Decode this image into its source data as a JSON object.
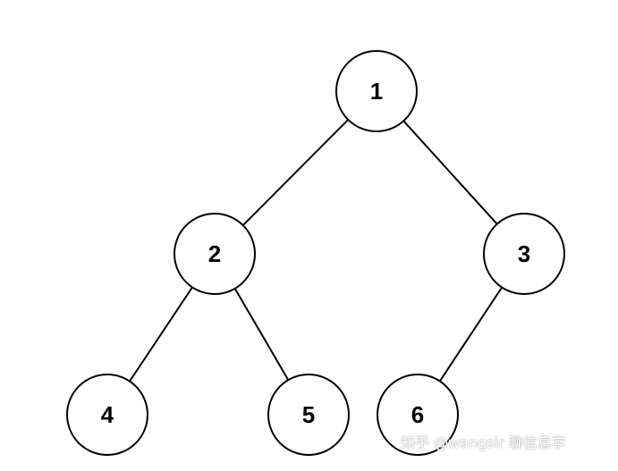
{
  "diagram": {
    "nodes": [
      {
        "id": "n1",
        "label": "1"
      },
      {
        "id": "n2",
        "label": "2"
      },
      {
        "id": "n3",
        "label": "3"
      },
      {
        "id": "n4",
        "label": "4"
      },
      {
        "id": "n5",
        "label": "5"
      },
      {
        "id": "n6",
        "label": "6"
      }
    ],
    "edges": [
      {
        "from": "n1",
        "to": "n2"
      },
      {
        "from": "n1",
        "to": "n3"
      },
      {
        "from": "n2",
        "to": "n4"
      },
      {
        "from": "n2",
        "to": "n5"
      },
      {
        "from": "n3",
        "to": "n6"
      }
    ]
  },
  "watermark": "知乎 @wangsir 聊信息学"
}
